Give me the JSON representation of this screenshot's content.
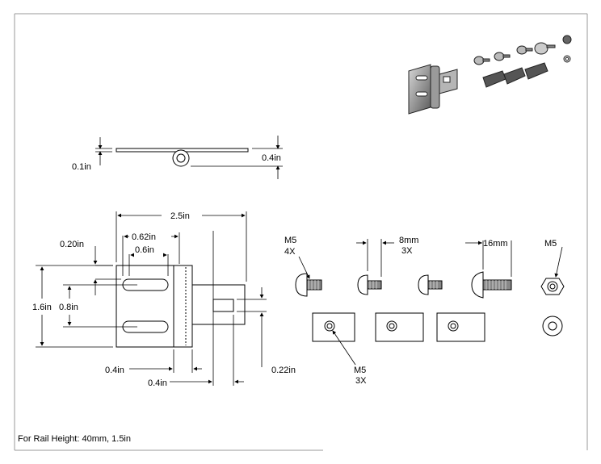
{
  "top_view": {
    "thickness": "0.1in",
    "height": "0.4in"
  },
  "front_view": {
    "overall_width": "2.5in",
    "slot_outer": "0.62in",
    "slot_inner": "0.6in",
    "top_offset": "0.20in",
    "overall_height": "1.6in",
    "slot_spacing": "0.8in",
    "bottom_left": "0.4in",
    "bottom_mid": "0.4in",
    "tab_height": "0.22in"
  },
  "hardware": {
    "bolt_a": {
      "size": "M5",
      "qty": "4X"
    },
    "bolt_b": {
      "length": "8mm",
      "qty": "3X"
    },
    "bolt_c": {
      "length": "16mm"
    },
    "nut": {
      "size": "M5"
    },
    "tnut": {
      "size": "M5",
      "qty": "3X"
    }
  },
  "footer": {
    "note": "For Rail Height: 40mm, 1.5in"
  },
  "colors": {
    "line": "#000000",
    "part_fill": "#ffffff",
    "border": "#888888"
  }
}
